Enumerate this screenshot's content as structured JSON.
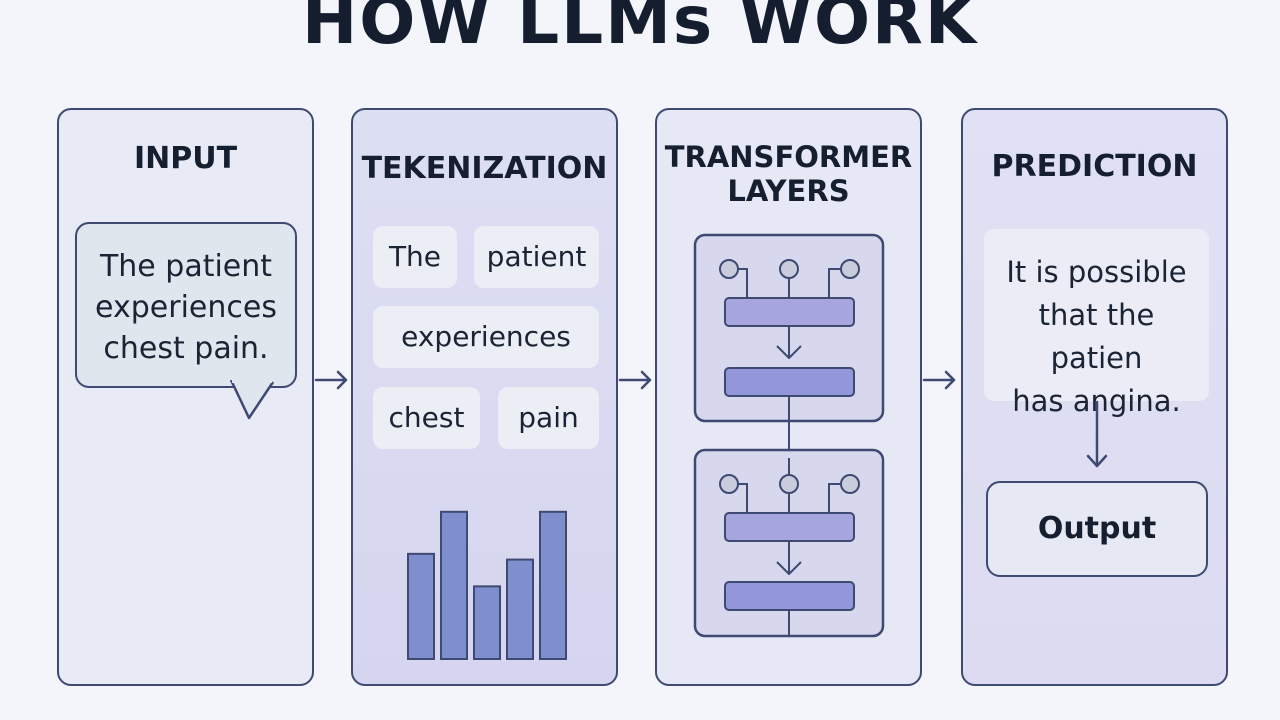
{
  "title": "HOW LLMs WORK",
  "panels": {
    "input": {
      "title": "INPUT",
      "text_lines": [
        "The patient",
        "experiences",
        "chest pain."
      ]
    },
    "tokenization": {
      "title": "TEKENIZATION",
      "tokens": [
        "The",
        "patient",
        "experiences",
        "chest",
        "pain"
      ],
      "bar_values": [
        0.55,
        0.77,
        0.38,
        0.52,
        0.77
      ]
    },
    "transformer": {
      "title_lines": [
        "TRANSFORMER",
        "LAYERS"
      ]
    },
    "prediction": {
      "title": "PREDICTION",
      "text_lines": [
        "It is possible",
        "that the patien",
        "has angina."
      ],
      "output_label": "Output"
    }
  },
  "colors": {
    "stroke": "#3e4a72",
    "bar": "#7f8fcd",
    "layer_bar": "#a7a5de"
  }
}
